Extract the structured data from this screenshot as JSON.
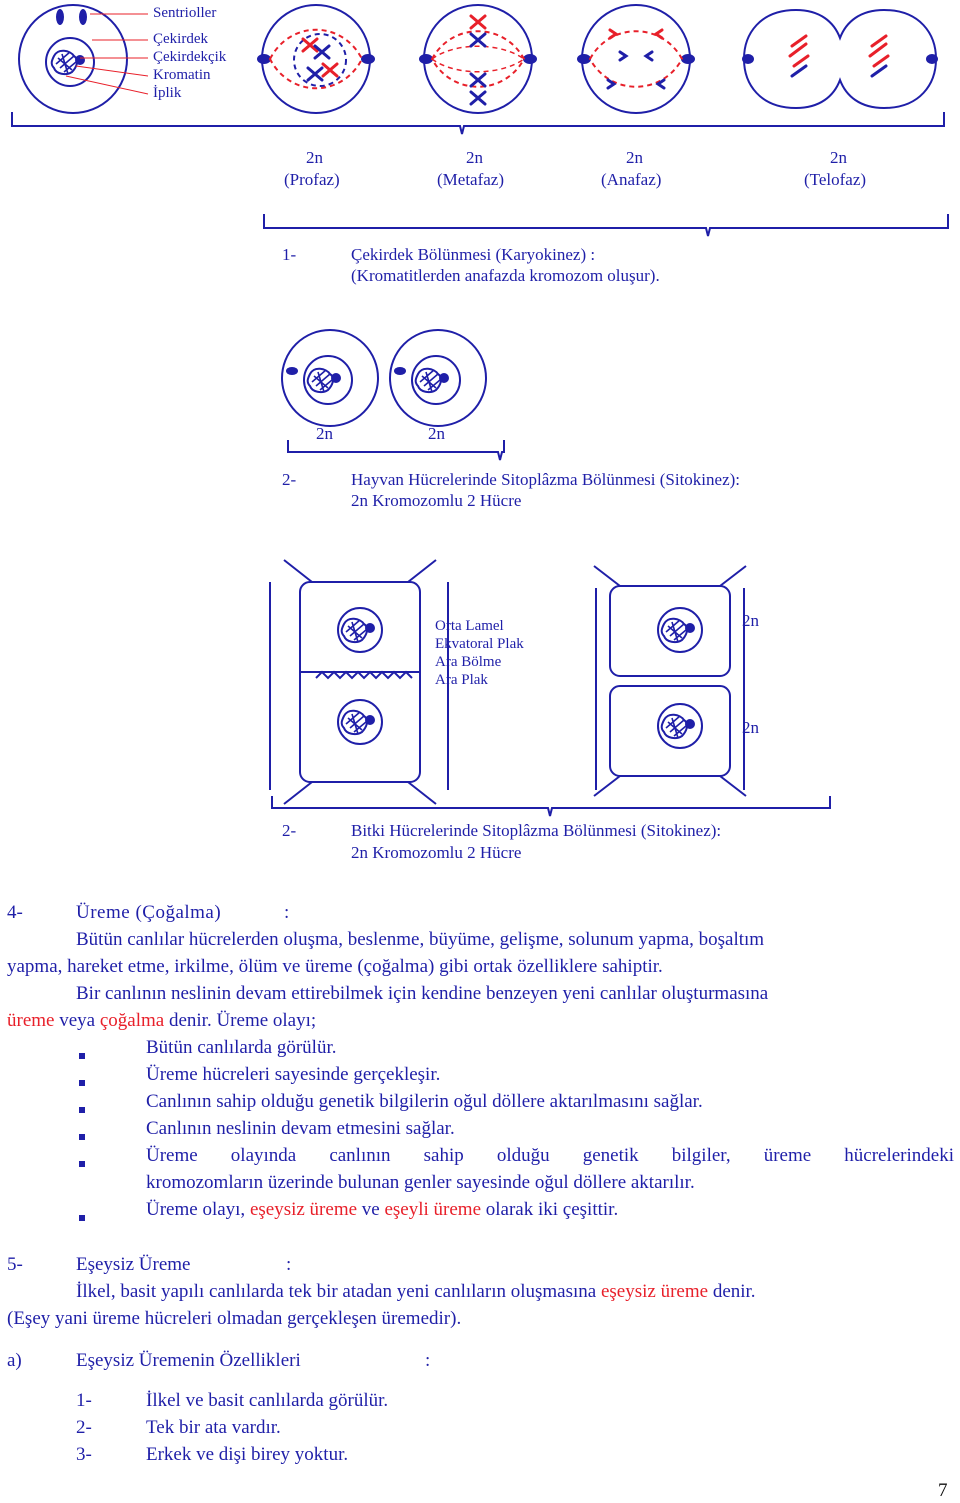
{
  "mitosis": {
    "labels": [
      "Sentrioller",
      "Çekirdek",
      "Çekirdekçik",
      "Kromatin",
      "İplik"
    ],
    "phases": [
      {
        "ploidy": "2n",
        "name": "(Profaz)"
      },
      {
        "ploidy": "2n",
        "name": "(Metafaz)"
      },
      {
        "ploidy": "2n",
        "name": "(Anafaz)"
      },
      {
        "ploidy": "2n",
        "name": "(Telofaz)"
      }
    ],
    "caption_num": "1-",
    "caption_line1": "Çekirdek Bölünmesi (Karyokinez) :",
    "caption_line2": "(Kromatitlerden anafazda kromozom oluşur)."
  },
  "animal": {
    "ploidy": [
      "2n",
      "2n"
    ],
    "caption_num": "2-",
    "caption_line1": "Hayvan Hücrelerinde Sitoplâzma Bölünmesi (Sitokinez):",
    "caption_line2": "2n Kromozomlu 2 Hücre"
  },
  "plant": {
    "labels": [
      "Orta Lamel",
      "Ekvatoral Plak",
      "Ara Bölme",
      "Ara Plak"
    ],
    "ploidy": [
      "2n",
      "2n"
    ],
    "caption_num": "2-",
    "caption_line1": "Bitki Hücrelerinde Sitoplâzma Bölünmesi (Sitokinez):",
    "caption_line2": "2n Kromozomlu 2 Hücre"
  },
  "section4": {
    "num": "4-",
    "title": "Üreme (Çoğalma)",
    "colon": ":",
    "p1_line1": "Bütün canlılar hücrelerden oluşma, beslenme, büyüme, gelişme, solunum yapma, boşaltım",
    "p1_line2": "yapma, hareket etme, irkilme, ölüm ve üreme (çoğalma) gibi ortak özelliklere sahiptir.",
    "p2_line1": "Bir canlının neslinin devam ettirebilmek için kendine benzeyen yeni canlılar oluşturmasına",
    "p2_l2_a": "üreme",
    "p2_l2_b": " veya ",
    "p2_l2_c": "çoğalma",
    "p2_l2_d": " denir. Üreme olayı;",
    "bullets": [
      "Bütün canlılarda görülür.",
      "Üreme hücreleri sayesinde gerçekleşir.",
      "Canlının sahip olduğu genetik bilgilerin oğul döllere aktarılmasını sağlar.",
      "Canlının neslinin devam etmesini sağlar.",
      "Üreme olayında canlının sahip olduğu genetik bilgiler, üreme hücrelerindeki",
      "kromozomların üzerinde bulunan genler sayesinde oğul döllere aktarılır."
    ],
    "last_a": "Üreme olayı, ",
    "last_b": "eşeysiz üreme",
    "last_c": " ve ",
    "last_d": "eşeyli üreme",
    "last_e": " olarak iki çeşittir."
  },
  "section5": {
    "num": "5-",
    "title": "Eşeysiz Üreme",
    "colon": ":",
    "l1_a": "İlkel, basit yapılı canlılarda tek bir atadan yeni canlıların oluşmasına ",
    "l1_b": "eşeysiz üreme",
    "l1_c": " denir.",
    "l2": "(Eşey yani üreme hücreleri olmadan gerçekleşen üremedir)."
  },
  "section_a": {
    "num": "a)",
    "title": "Eşeysiz Üremenin Özellikleri",
    "colon": ":",
    "items": [
      {
        "num": "1-",
        "text": "İlkel ve basit canlılarda görülür."
      },
      {
        "num": "2-",
        "text": "Tek bir ata vardır."
      },
      {
        "num": "3-",
        "text": "Erkek ve dişi birey yoktur."
      }
    ]
  },
  "page_number": "7"
}
